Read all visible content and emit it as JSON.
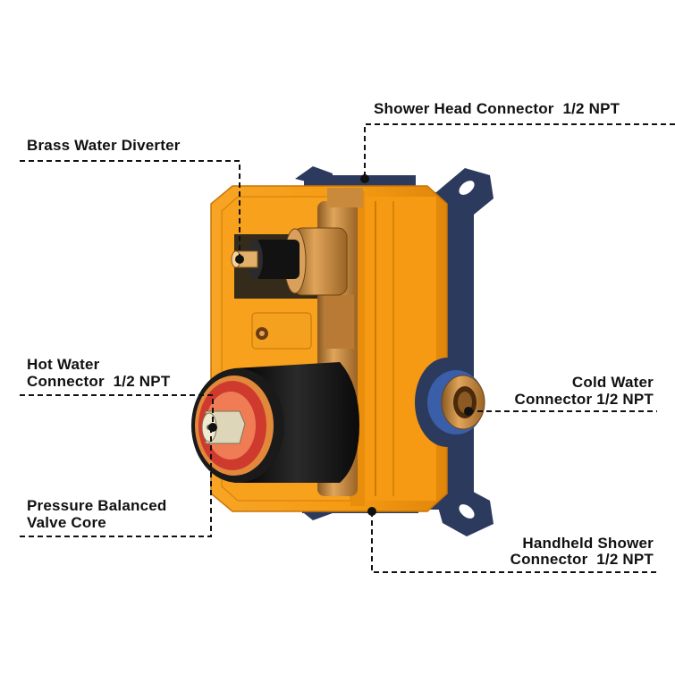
{
  "labels": {
    "shower_head": "Shower Head Connector  1/2 NPT",
    "brass_diverter": "Brass Water Diverter",
    "hot_water_line1": "Hot Water",
    "hot_water_line2": "Connector  1/2 NPT",
    "cold_water_line1": "Cold Water",
    "cold_water_line2": "Connector 1/2 NPT",
    "pressure_line1": "Pressure Balanced",
    "pressure_line2": "Valve Core",
    "handheld_line1": "Handheld Shower",
    "handheld_line2": "Connector  1/2 NPT"
  },
  "colors": {
    "housing_orange": "#f59a12",
    "housing_dark": "#d97f08",
    "frame_navy": "#2c3a5e",
    "brass": "#c98a3c",
    "knob_black": "#151515",
    "leader_line": "#111111"
  }
}
